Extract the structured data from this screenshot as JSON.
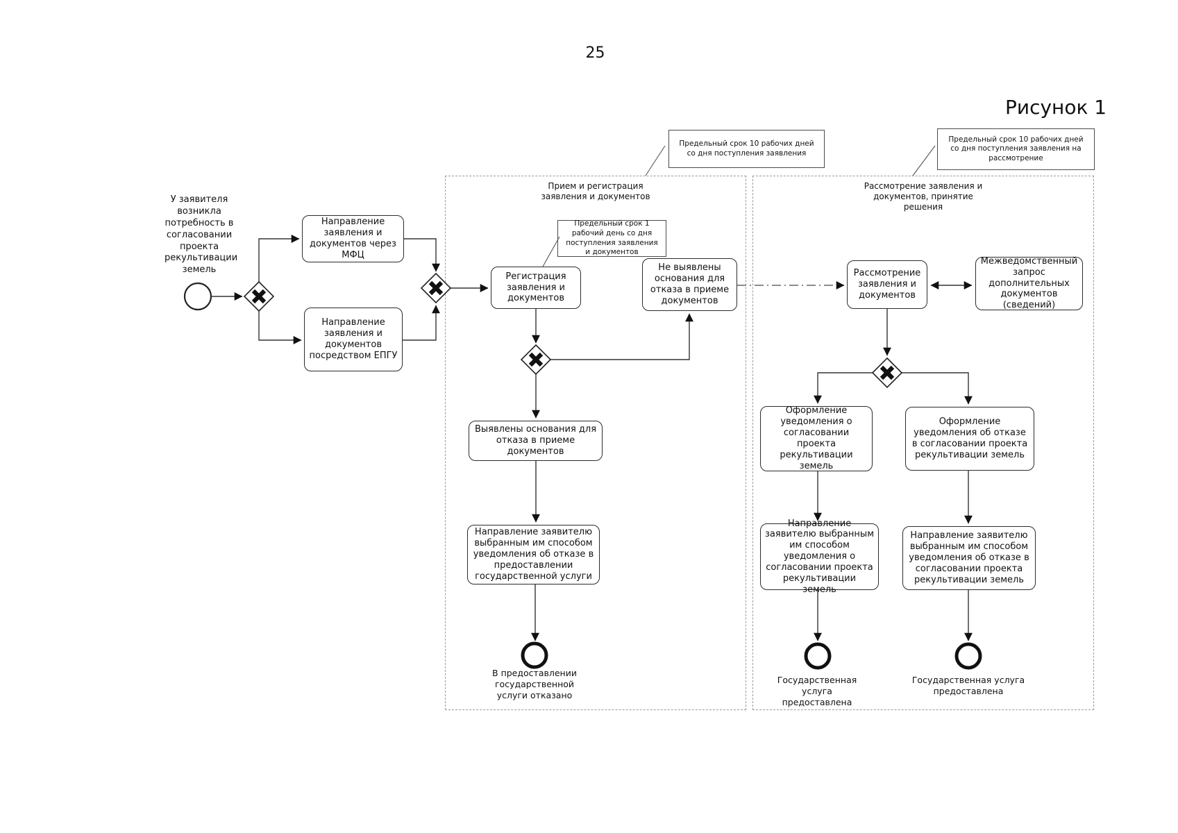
{
  "page": {
    "number": "25",
    "figure_caption": "Рисунок 1"
  },
  "lanes": {
    "reception": {
      "title": "Прием и регистрация заявления и документов"
    },
    "review": {
      "title": "Рассмотрение заявления и документов, принятие решения"
    }
  },
  "annotations": {
    "deadline_10_days": "Предельный срок 10 рабочих дней со дня поступления заявления",
    "deadline_10_days_review": "Предельный срок 10 рабочих дней со дня поступления заявления на рассмотрение",
    "deadline_1_day": "Предельный срок 1 рабочий день со дня поступления заявления и документов"
  },
  "events": {
    "start_label": "У заявителя возникла потребность в согласовании проекта рекультивации земель",
    "end_refused_label": "В предоставлении государственной услуги отказано",
    "end_provided_left_label": "Государственная услуга предоставлена",
    "end_provided_right_label": "Государственная услуга предоставлена"
  },
  "tasks": {
    "send_mfc": "Направление заявления и документов через МФЦ",
    "send_epgu": "Направление заявления и документов посредством ЕПГУ",
    "registration": "Регистрация заявления и документов",
    "no_refusal_grounds": "Не выявлены основания для отказа в приеме документов",
    "refusal_grounds": "Выявлены основания для отказа в приеме документов",
    "notify_service_refusal": "Направление заявителю выбранным им способом уведомления об отказе в предоставлении государственной услуги",
    "review_documents": "Рассмотрение заявления и документов",
    "interagency_request": "Межведомственный запрос дополнительных документов (сведений)",
    "issue_approval_notice": "Оформление уведомления о согласовании проекта рекультивации земель",
    "issue_refusal_notice": "Оформление уведомления об отказе в согласовании проекта рекультивации земель",
    "send_approval_notice": "Направление заявителю выбранным им способом уведомления о согласовании проекта рекультивации земель",
    "send_refusal_notice": "Направление заявителю выбранным им способом уведомления об отказе в согласовании проекта рекультивации земель"
  },
  "style": {
    "line_color": "#333333",
    "box_border_color": "#2b2b2b",
    "lane_border_color": "#9a9a9a",
    "background": "#ffffff",
    "text_color": "#111111"
  }
}
